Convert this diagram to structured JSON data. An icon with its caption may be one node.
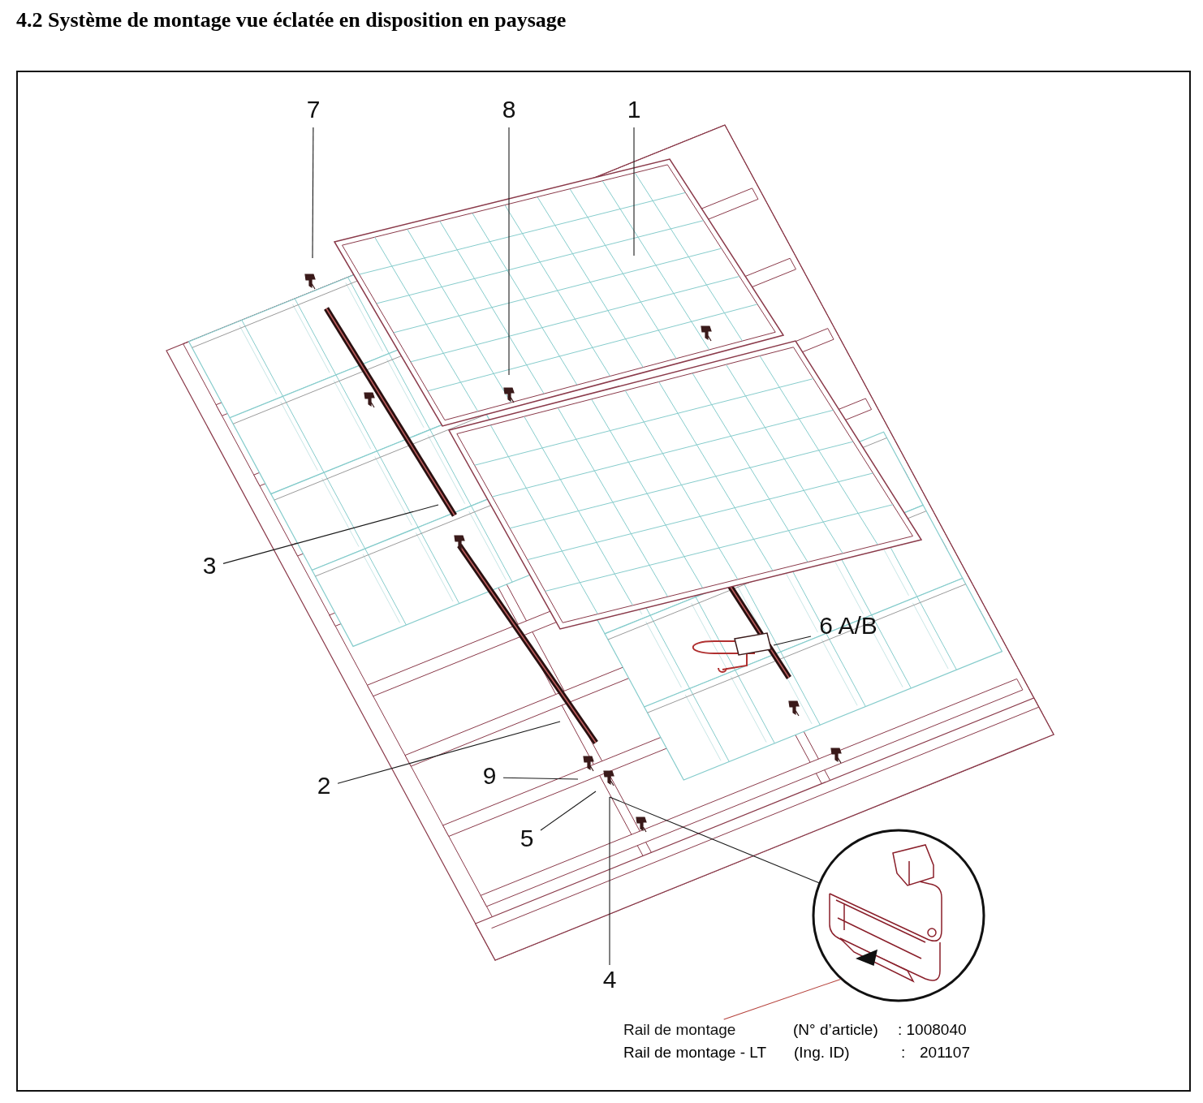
{
  "diagram": {
    "title": "4.2 Système de montage vue éclatée en disposition en paysage",
    "nodes": [
      {
        "text": [
          "7"
        ]
      },
      {
        "text": [
          "8"
        ]
      },
      {
        "text": [
          "1"
        ]
      },
      {
        "text": [
          "3"
        ]
      },
      {
        "text": [
          "6 A/B"
        ]
      },
      {
        "text": [
          "2"
        ]
      },
      {
        "text": [
          "9"
        ]
      },
      {
        "text": [
          "5"
        ]
      },
      {
        "text": [
          "4"
        ]
      },
      {
        "text": [],
        "shape": "circle"
      },
      {
        "text": [
          "Rail de montage"
        ]
      }
    ],
    "edges": [
      {
        "from": 0,
        "to": null,
        "arrow": "none"
      },
      {
        "from": 1,
        "to": null,
        "arrow": "none"
      },
      {
        "from": 2,
        "to": null,
        "arrow": "none"
      },
      {
        "from": 3,
        "to": null,
        "arrow": "none"
      },
      {
        "from": 4,
        "to": null,
        "arrow": "none"
      },
      {
        "from": 5,
        "to": null,
        "arrow": "none"
      },
      {
        "from": 6,
        "to": null,
        "arrow": "none"
      },
      {
        "from": 7,
        "to": null,
        "arrow": "none"
      },
      {
        "from": 8,
        "to": null,
        "arrow": "none"
      },
      {
        "from": null,
        "to": 9,
        "arrow": "none"
      },
      {
        "from": 10,
        "to": 9,
        "arrow": "none",
        "color": "#b5403a"
      }
    ],
    "labels": [
      "(N° d’article)",
      ": 1008040",
      "Rail de montage - LT",
      "(Ing. ID)",
      ":",
      "201107"
    ]
  }
}
